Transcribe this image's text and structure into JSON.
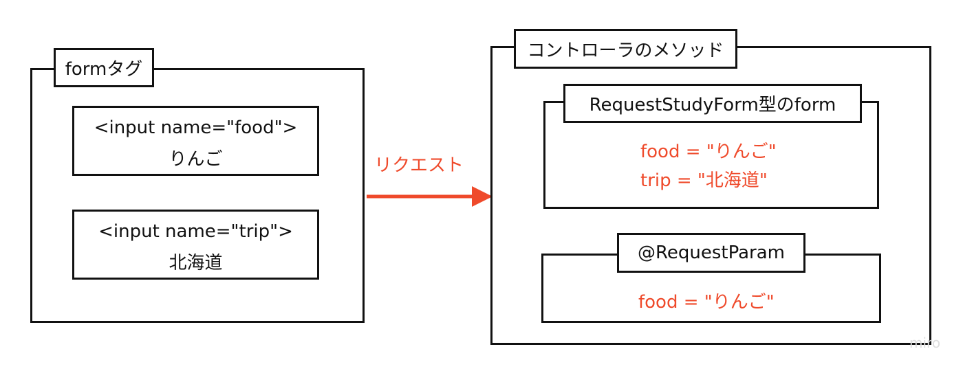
{
  "colors": {
    "line": "#111111",
    "accent": "#ef4a2b",
    "watermark": "#dddddd"
  },
  "form_panel": {
    "title": "formタグ",
    "inputs": [
      {
        "tag": "<input name=\"food\">",
        "value": "りんご"
      },
      {
        "tag": "<input name=\"trip\">",
        "value": "北海道"
      }
    ]
  },
  "arrow": {
    "label": "リクエスト"
  },
  "controller_panel": {
    "title": "コントローラのメソッド",
    "form_object": {
      "title": "RequestStudyForm型のform",
      "lines": [
        "food = \"りんご\"",
        "trip = \"北海道\""
      ]
    },
    "request_param": {
      "title": "@RequestParam",
      "lines": [
        "food = \"りんご\""
      ]
    }
  },
  "watermark": "miro"
}
